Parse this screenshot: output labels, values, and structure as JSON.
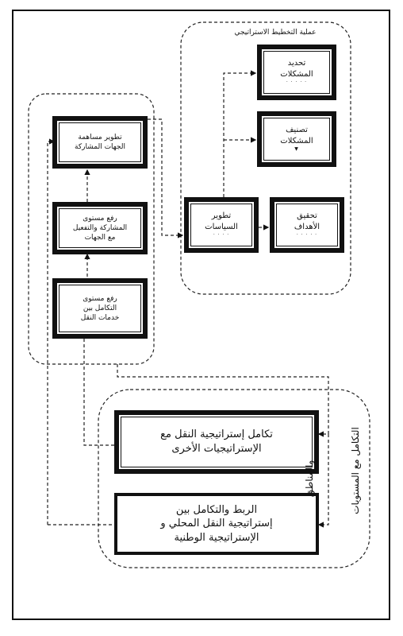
{
  "strategic_planning": {
    "title": "عملية التخطيط الاستراتيجي",
    "box_define": {
      "line1": "تحديد",
      "line2": "المشكلات",
      "line3": ""
    },
    "box_classify": {
      "line1": "تصنيف",
      "line2": "المشكلات"
    },
    "box_develop": {
      "line1": "تطوير",
      "line2": "السياسات"
    },
    "box_achieve": {
      "line1": "تحقيق",
      "line2": "الأهداف"
    }
  },
  "participation": {
    "box_top": {
      "line1": "تطوير مساهمة",
      "line2": "الجهات المشاركة"
    },
    "box_mid": {
      "line1": "رفع مستوى",
      "line2": "المشاركة والتفعيل",
      "line3": "مع الجهات"
    },
    "box_bottom": {
      "line1": "رفع مستوى",
      "line2": "التكامل بين",
      "line3": "خدمات النقل"
    }
  },
  "integration": {
    "side_label_1": "التكامل مع المستويات",
    "side_label_2": "والمناطق",
    "box_strategies": {
      "line1": "تكامل إستراتيجية النقل مع",
      "line2": "الإستراتيجيات الأخرى"
    },
    "box_linking": {
      "line1": "الربط والتكامل بين",
      "line2": "إستراتيجية النقل المحلي و",
      "line3": "الإستراتيجية الوطنية"
    }
  }
}
